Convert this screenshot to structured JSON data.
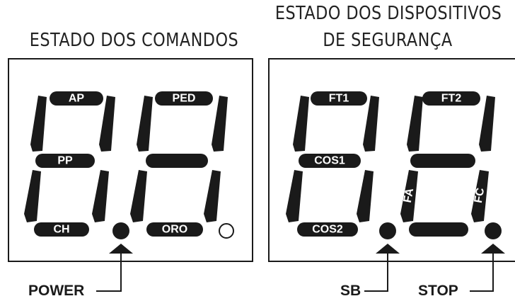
{
  "left_panel": {
    "title": "ESTADO DOS COMANDOS",
    "segments": {
      "top1": "AP",
      "mid1": "PP",
      "bot1": "CH",
      "top2": "PED",
      "bot2": "ORO"
    }
  },
  "right_panel": {
    "title_line1": "ESTADO DOS DISPOSITIVOS",
    "title_line2": "DE SEGURANÇA",
    "segments": {
      "top1": "FT1",
      "mid1": "COS1",
      "bot1": "COS2",
      "top2": "FT2",
      "lowleft2": "FA",
      "lowright2": "FC"
    }
  },
  "labels": {
    "power": "POWER",
    "sb": "SB",
    "stop": "STOP"
  },
  "colors": {
    "segment": "#1a1a1a",
    "text_on_segment": "#ffffff"
  }
}
